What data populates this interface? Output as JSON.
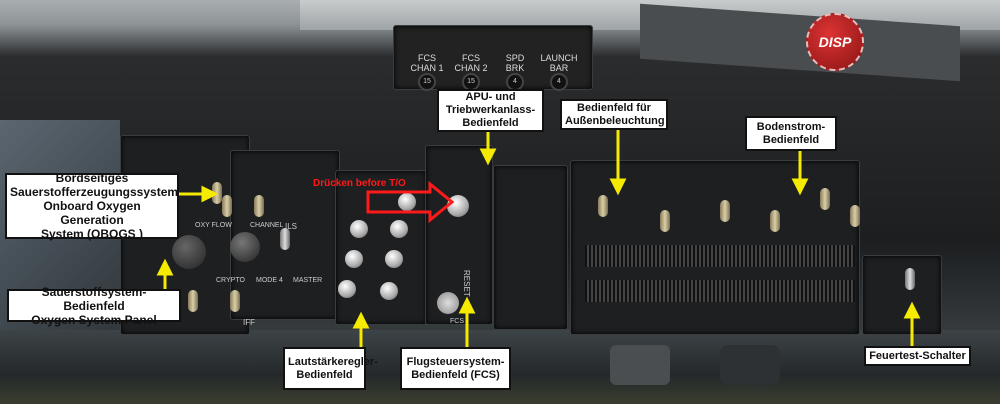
{
  "top_panel": {
    "buttons": [
      {
        "label_1": "FCS",
        "label_2": "CHAN 1",
        "value": "15"
      },
      {
        "label_1": "FCS",
        "label_2": "CHAN 2",
        "value": "15"
      },
      {
        "label_1": "SPD",
        "label_2": "BRK",
        "value": "4"
      },
      {
        "label_1": "LAUNCH",
        "label_2": "BAR",
        "value": "4"
      }
    ],
    "disp_button": "DISP"
  },
  "annotations": {
    "obogs": [
      "Bordseitiges",
      "Sauerstofferzeugungssystem",
      "Onboard Oxygen Generation",
      "System (OBOGS )"
    ],
    "oxygen_panel": [
      "Sauerstoffsystem-Bedienfeld",
      "Oxygen System Panel"
    ],
    "apu": [
      "APU- und",
      "Triebwerkanlass-",
      "Bedienfeld"
    ],
    "exterior_lights": [
      "Bedienfeld für",
      "Außenbeleuchtung"
    ],
    "ground_power": [
      "Bodenstrom-",
      "Bedienfeld"
    ],
    "volume": [
      "Lautstärkeregler-",
      "Bedienfeld"
    ],
    "fcs": [
      "Flugsteuersystem-",
      "Bedienfeld (FCS)"
    ],
    "fire_test": [
      "Feuertest-Schalter"
    ],
    "press_note": "Drücken before T/O"
  },
  "panel_texts": {
    "oxy_flow": "OXY FLOW",
    "ils": "ILS",
    "channel": "CHANNEL",
    "crypto": "CRYPTO",
    "mode4": "MODE 4",
    "master": "MASTER",
    "iff": "IFF",
    "reset": "RESET",
    "fcs": "FCS"
  },
  "colors": {
    "arrow": "#f5ea00",
    "note": "#ff1a1a"
  }
}
